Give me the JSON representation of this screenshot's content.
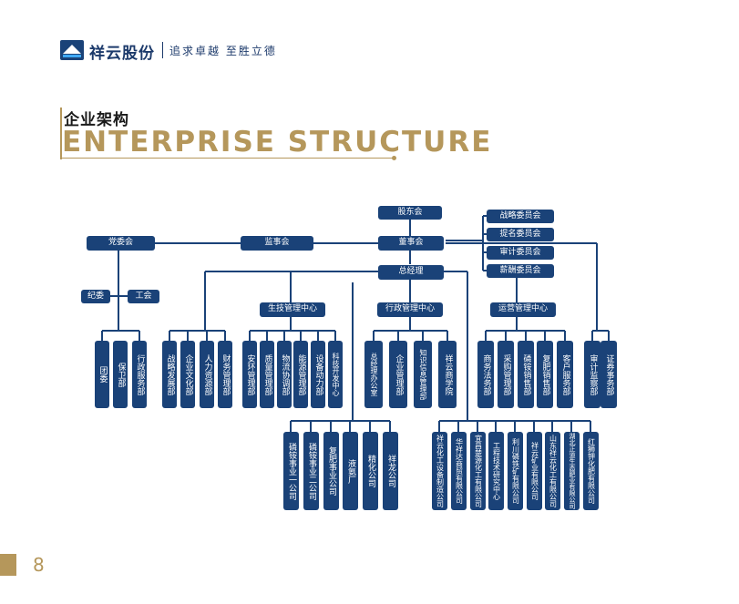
{
  "header": {
    "brand": "祥云股份",
    "slogan": "追求卓越  至胜立德"
  },
  "title": {
    "cn": "企业架构",
    "en": "ENTERPRISE  STRUCTURE"
  },
  "page_number": "8",
  "colors": {
    "node": "#1a4278",
    "accent": "#b5975b",
    "line": "#1a4278"
  },
  "top": {
    "shareholders": "股东会",
    "board": "董事会",
    "supervisory": "监事会",
    "party": "党委会",
    "gm": "总经理",
    "discipline": "纪委",
    "union": "工会"
  },
  "committees": [
    "战略委员会",
    "提名委员会",
    "审计委员会",
    "薪酬委员会"
  ],
  "centers": {
    "prod": "生技管理中心",
    "admin": "行政管理中心",
    "ops": "运营管理中心"
  },
  "party_depts": [
    "团委",
    "保卫部",
    "行政服务部"
  ],
  "gm_depts": [
    "战略发展部",
    "企业文化部",
    "人力资源部",
    "财务管理部"
  ],
  "prod_depts": [
    "安环管理部",
    "质量管理部",
    "物流协调部",
    "能源管理部",
    "设备动力部",
    "科技开发中心"
  ],
  "admin_depts": [
    "总经理办公室",
    "企业管理部",
    "知识信息管理部",
    "祥云商学院"
  ],
  "ops_depts": [
    "商务法务部",
    "采购管理部",
    "磷铵销售部",
    "复肥销售部",
    "客户服务部"
  ],
  "audit_depts": [
    "审计监察部",
    "证券事务部"
  ],
  "prod_units": [
    "磷铵事业一公司",
    "磷铵事业二公司",
    "复肥事业公司",
    "液氨厂",
    "精化公司",
    "祥龙公司"
  ],
  "subsidiaries": [
    "祥云化工设备制造公司",
    "华祥达商贸有限公司",
    "宜昌楚源化工有限公司",
    "工程技术研究中心",
    "利川磷铁矿有限公司",
    "祥云矿业有限公司",
    "山东祥云化工有限公司",
    "湖北正道生态肥业有限公司",
    "红狮钾化肥有限公司"
  ]
}
